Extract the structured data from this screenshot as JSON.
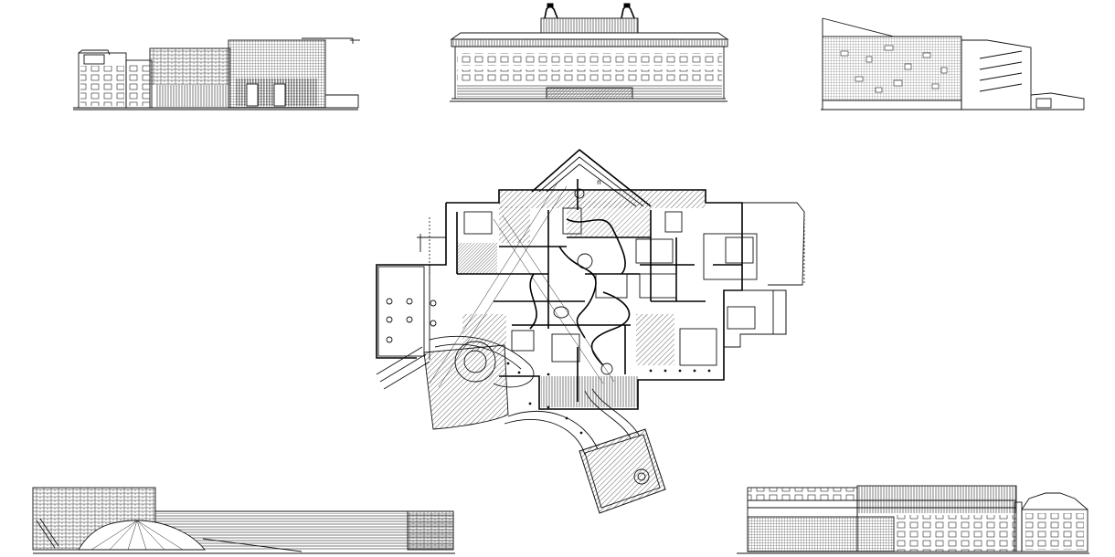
{
  "sheet": {
    "background": "#ffffff",
    "line_color": "#111111"
  },
  "drawings": [
    {
      "id": "elevation-west-street",
      "kind": "elevation"
    },
    {
      "id": "elevation-museum-front",
      "kind": "elevation"
    },
    {
      "id": "elevation-modern-annex",
      "kind": "elevation"
    },
    {
      "id": "ground-floor-plan",
      "kind": "plan",
      "room_tag": "n"
    },
    {
      "id": "elevation-long-stone",
      "kind": "elevation"
    },
    {
      "id": "elevation-south-block",
      "kind": "elevation"
    }
  ]
}
